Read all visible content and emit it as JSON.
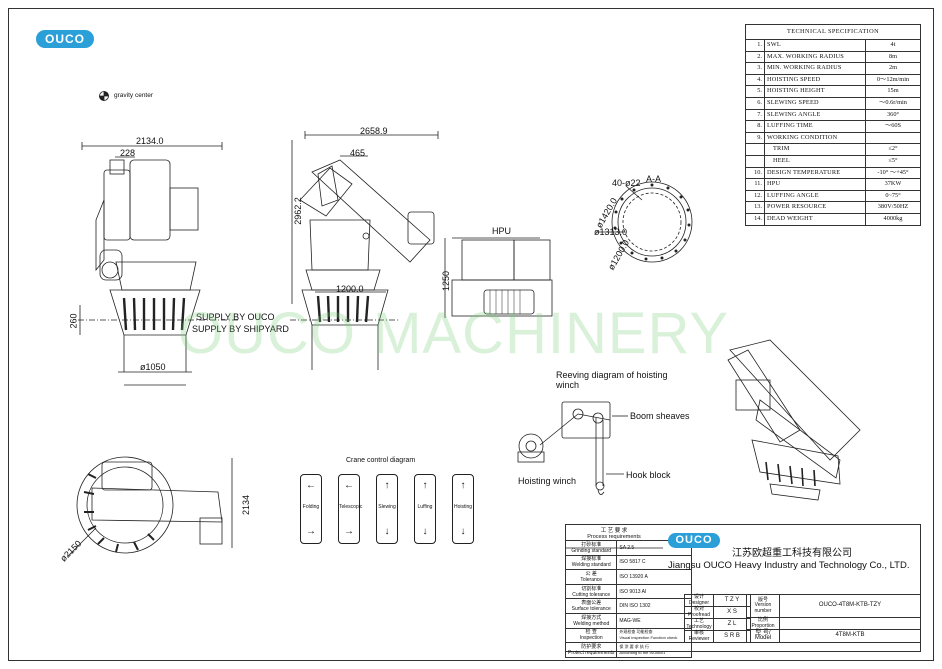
{
  "brand": {
    "logo_text": "OUCO",
    "accent": "#2a9fd8",
    "watermark": "OUCO MACHINERY"
  },
  "legend": {
    "gravity_center": "gravity center"
  },
  "dims": {
    "d2134_top": "2134.0",
    "d228": "228",
    "d2658": "2658.9",
    "d465": "465",
    "d2962": "2962.2",
    "d1200": "1200.0",
    "d1250": "1250",
    "hpu": "HPU",
    "d260": "260",
    "supply_ship": "SUPPLY BY OUCO",
    "supply_shipyard": "SUPPLY BY SHIPYARD",
    "d1050": "ø1050",
    "d2134_side": "2134",
    "d2150": "ø2150"
  },
  "section": {
    "title": "A-A",
    "d40_422": "40-ø22",
    "d1420": "ø1420.0",
    "d1313": "ø1313.0",
    "d1200": "ø1200.0"
  },
  "reeving": {
    "title_line1": "Reeving diagram of hoisting",
    "title_line2": "winch",
    "boom_sheaves": "Boom sheaves",
    "hook_block": "Hook block",
    "hoisting_winch": "Hoisting winch"
  },
  "control": {
    "title": "Crane control diagram",
    "levers": [
      {
        "label": "Folding"
      },
      {
        "label": "Telescopic"
      },
      {
        "label": "Slewing"
      },
      {
        "label": "Luffing"
      },
      {
        "label": "Hoisting"
      }
    ]
  },
  "spec": {
    "title": "TECHNICAL SPECIFICATION",
    "rows": [
      {
        "n": "1.",
        "param": "SWL",
        "value": "4t"
      },
      {
        "n": "2.",
        "param": "MAX. WORKING RADIUS",
        "value": "8m"
      },
      {
        "n": "3.",
        "param": "MIN. WORKING RADIUS",
        "value": "2m"
      },
      {
        "n": "4.",
        "param": "HOISTING SPEED",
        "value": "0～12m/min"
      },
      {
        "n": "5.",
        "param": "HOISTING HEIGHT",
        "value": "15m"
      },
      {
        "n": "6.",
        "param": "SLEWING SPEED",
        "value": "～0.6r/min"
      },
      {
        "n": "7.",
        "param": "SLEWING ANGLE",
        "value": "360°"
      },
      {
        "n": "8.",
        "param": "LUFFING TIME",
        "value": "～60S"
      },
      {
        "n": "9.",
        "param": "WORKING CONDITION",
        "value": ""
      },
      {
        "n": "",
        "param": "TRIM",
        "value": "≤2°"
      },
      {
        "n": "",
        "param": "HEEL",
        "value": "≤5°"
      },
      {
        "n": "10.",
        "param": "DESIGN TEMPERATURE",
        "value": "-10° ～+45°"
      },
      {
        "n": "11.",
        "param": "HPU",
        "value": "37KW"
      },
      {
        "n": "12.",
        "param": "LUFFING ANGLE",
        "value": "0~75°"
      },
      {
        "n": "13.",
        "param": "POWER RESOURCE",
        "value": "380V/50HZ"
      },
      {
        "n": "14.",
        "param": "DEAD WEIGHT",
        "value": "4000kg"
      }
    ]
  },
  "process": {
    "header_cn": "工 艺 要 求",
    "header_en": "Process requirements",
    "rows": [
      {
        "cn": "打砂标准",
        "en": "Grinding standard",
        "value": "SA  2.5"
      },
      {
        "cn": "焊接标准",
        "en": "Welding standard",
        "value": "ISO  5817  C"
      },
      {
        "cn": "公 差",
        "en": "Tolerance",
        "value": "ISO  13920  A"
      },
      {
        "cn": "切割标准",
        "en": "Cutting tolerance",
        "value": "ISO  9013  AI"
      },
      {
        "cn": "表面公差",
        "en": "Surface tolerance",
        "value": "DIN ISO  1302"
      },
      {
        "cn": "焊接方式",
        "en": "Welding method",
        "value": "MAG-WE"
      },
      {
        "cn": "检 查",
        "en": "Inspection",
        "value": ""
      },
      {
        "cn": "防护要求",
        "en": "Protect requirements",
        "value": ""
      }
    ],
    "inspection_cols": [
      {
        "cn": "外观检查",
        "en": "Visual inspection"
      },
      {
        "cn": "功能检查",
        "en": "Function check"
      }
    ],
    "protect_value_cn": "保 涂 要 求 执 行",
    "protect_value_en": "According to the ISO8501"
  },
  "company": {
    "logo": "OUCO",
    "name_cn": "江苏欧超重工科技有限公司",
    "name_en": "Jiangsu OUCO Heavy Industry and Technology Co., LTD."
  },
  "titleblock": {
    "designer_cn": "设计",
    "designer_en": "Designer",
    "designer": "T Z Y",
    "proofread_cn": "校对",
    "proofread_en": "Proofread",
    "proofread": "X S",
    "technology_cn": "工艺",
    "technology_en": "Technology",
    "technology": "Z L",
    "reviewer_cn": "审核",
    "reviewer_en": "Reviewer",
    "reviewer": "S R B",
    "version_cn": "版号",
    "version_en": "Version number",
    "version": "OUCO-4T8M-KTB-TZY",
    "proportion_cn": "比例",
    "proportion_en": "Proportion",
    "proportion": "",
    "model_label": "型 号/ Model",
    "model": "4T8M-KTB"
  }
}
